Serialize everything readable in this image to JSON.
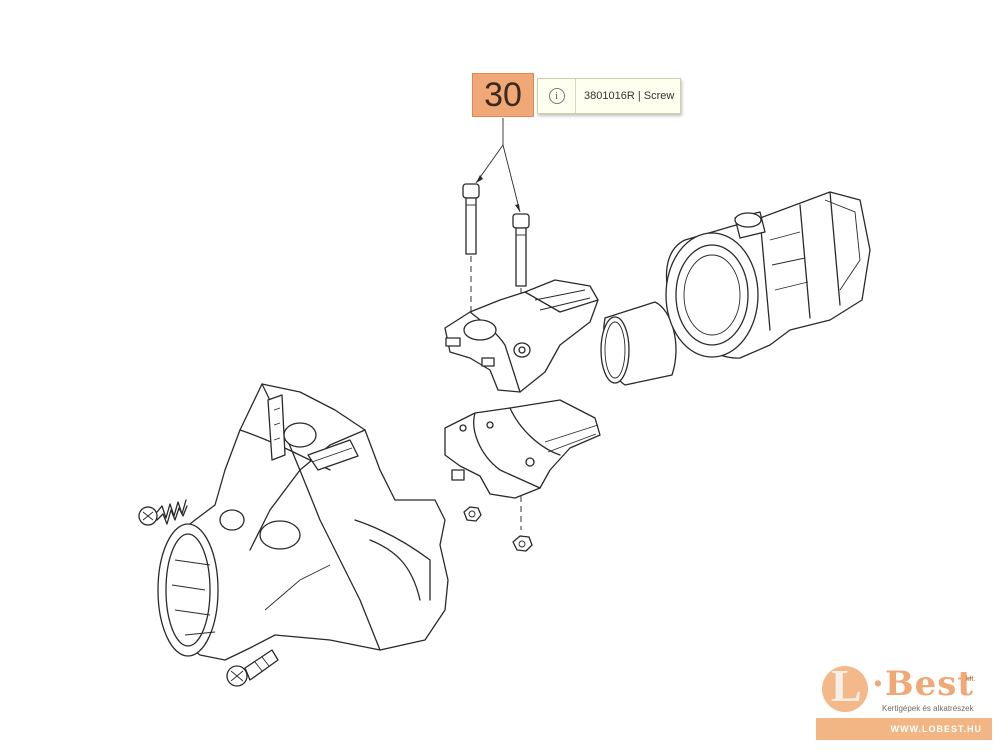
{
  "callout": {
    "number": "30",
    "tooltip_text": "3801016R | Screw",
    "info_icon": "info-icon"
  },
  "logo": {
    "mark": "L",
    "name": "·Best",
    "suffix": "kft.",
    "tagline": "Kertigépek és alkatrészek",
    "url": "WWW.LOBEST.HU"
  },
  "colors": {
    "accent": "#f0a877",
    "tooltip_bg": "#fffff0",
    "line": "#2a2a2a"
  }
}
